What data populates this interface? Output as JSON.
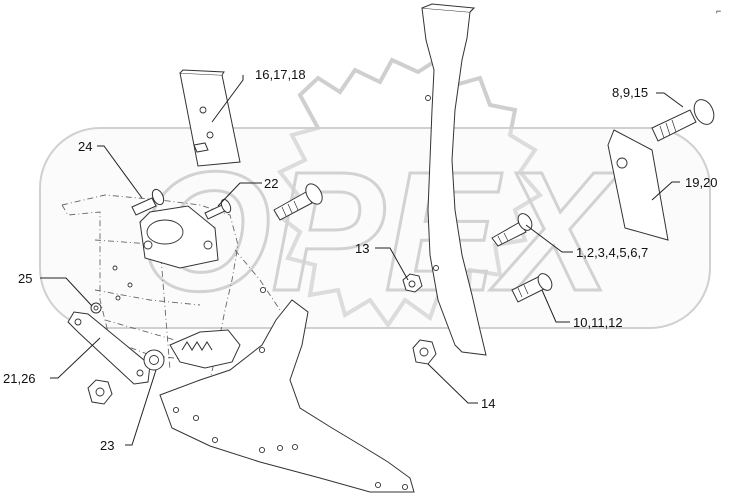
{
  "corner_mark": "⌐",
  "watermark_text": "OPEX",
  "callouts": {
    "c1": "16,17,18",
    "c2": "24",
    "c3": "22",
    "c4": "8,9,15",
    "c5": "19,20",
    "c6": "13",
    "c7": "1,2,3,4,5,6,7",
    "c8": "25",
    "c9": "10,11,12",
    "c10": "21,26",
    "c11": "14",
    "c12": "23"
  }
}
